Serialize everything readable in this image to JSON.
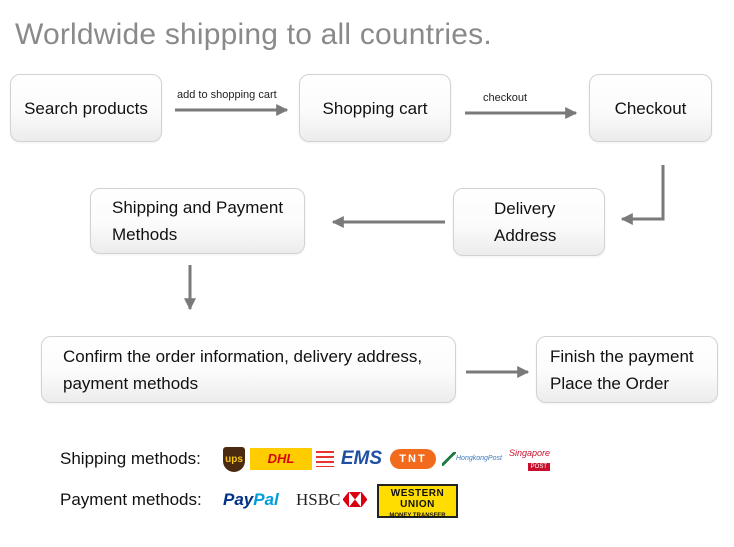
{
  "title": "Worldwide shipping to all countries.",
  "steps": {
    "search": "Search products",
    "cart": "Shopping cart",
    "checkout": "Checkout",
    "delivery": [
      "Delivery",
      "Address"
    ],
    "shipping_payment": [
      "Shipping and Payment",
      "Methods"
    ],
    "confirm": [
      "Confirm the order information, delivery address,",
      "payment methods"
    ],
    "finish": [
      "Finish the payment",
      "Place the Order"
    ]
  },
  "arrow_labels": {
    "to_cart": "add to shopping cart",
    "to_checkout": "checkout"
  },
  "shipping": {
    "label": "Shipping methods:",
    "logos": [
      {
        "name": "UPS",
        "text": "ups",
        "icon": "ups-logo-icon"
      },
      {
        "name": "DHL",
        "text": "DHL",
        "icon": "dhl-logo-icon"
      },
      {
        "name": "EMS",
        "text": "EMS",
        "icon": "ems-logo-icon"
      },
      {
        "name": "TNT",
        "text": "TNT",
        "icon": "tnt-logo-icon"
      },
      {
        "name": "Hongkong Post",
        "text": "HongkongPost",
        "icon": "hongkong-post-logo-icon"
      },
      {
        "name": "Singapore Post",
        "text": "Singapore",
        "badge": "POST",
        "icon": "singapore-post-logo-icon"
      }
    ]
  },
  "payment": {
    "label": "Payment methods:",
    "logos": [
      {
        "name": "PayPal",
        "text_a": "Pay",
        "text_b": "Pal",
        "icon": "paypal-logo-icon"
      },
      {
        "name": "HSBC",
        "text": "HSBC",
        "icon": "hsbc-logo-icon"
      },
      {
        "name": "Western Union",
        "line1": "WESTERN",
        "line2": "UNION",
        "sub": "MONEY TRANSFER",
        "icon": "western-union-logo-icon"
      }
    ]
  },
  "colors": {
    "title": "#8a8a8a",
    "arrow": "#7a7a7a",
    "box_border": "#d2d2d2",
    "ups": "#4a2a10",
    "dhl_yellow": "#ffcc00",
    "dhl_red": "#d40511",
    "ems_blue": "#1f4fa3",
    "tnt_orange": "#f26a1b",
    "paypal_dark": "#003087",
    "paypal_light": "#009cde",
    "hsbc_red": "#db0011",
    "western_union_yellow": "#ffdd00"
  }
}
